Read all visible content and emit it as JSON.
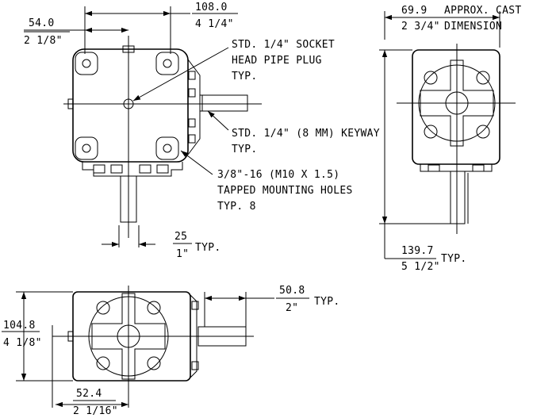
{
  "dimensions": {
    "top_width_mm": "54.0",
    "top_width_in": "2 1/8\"",
    "overall_width_mm": "108.0",
    "overall_width_in": "4 1/4\"",
    "shaft_dia_mm": "25",
    "shaft_dia_in": "1\"",
    "shaft_dia_suffix": "TYP.",
    "side_width_mm": "69.9",
    "side_width_in": "2 3/4\"",
    "side_width_note_1": "APPROX. CAST",
    "side_width_note_2": "DIMENSION",
    "overall_height_mm": "139.7",
    "overall_height_in": "5 1/2\"",
    "overall_height_suffix": "TYP.",
    "height_mm": "104.8",
    "height_in": "4 1/8\"",
    "center_mm": "52.4",
    "center_in": "2 1/16\"",
    "shaft_len_mm": "50.8",
    "shaft_len_in": "2\"",
    "shaft_len_suffix": "TYP."
  },
  "notes": {
    "plug_line1": "STD. 1/4\" SOCKET",
    "plug_line2": "HEAD PIPE PLUG",
    "plug_line3": "TYP.",
    "keyway_line1": "STD. 1/4\" (8 MM)  KEYWAY",
    "keyway_line2": "TYP.",
    "holes_line1": "3/8\"-16 (M10 X 1.5)",
    "holes_line2": "TAPPED MOUNTING HOLES",
    "holes_line3": "TYP. 8"
  }
}
